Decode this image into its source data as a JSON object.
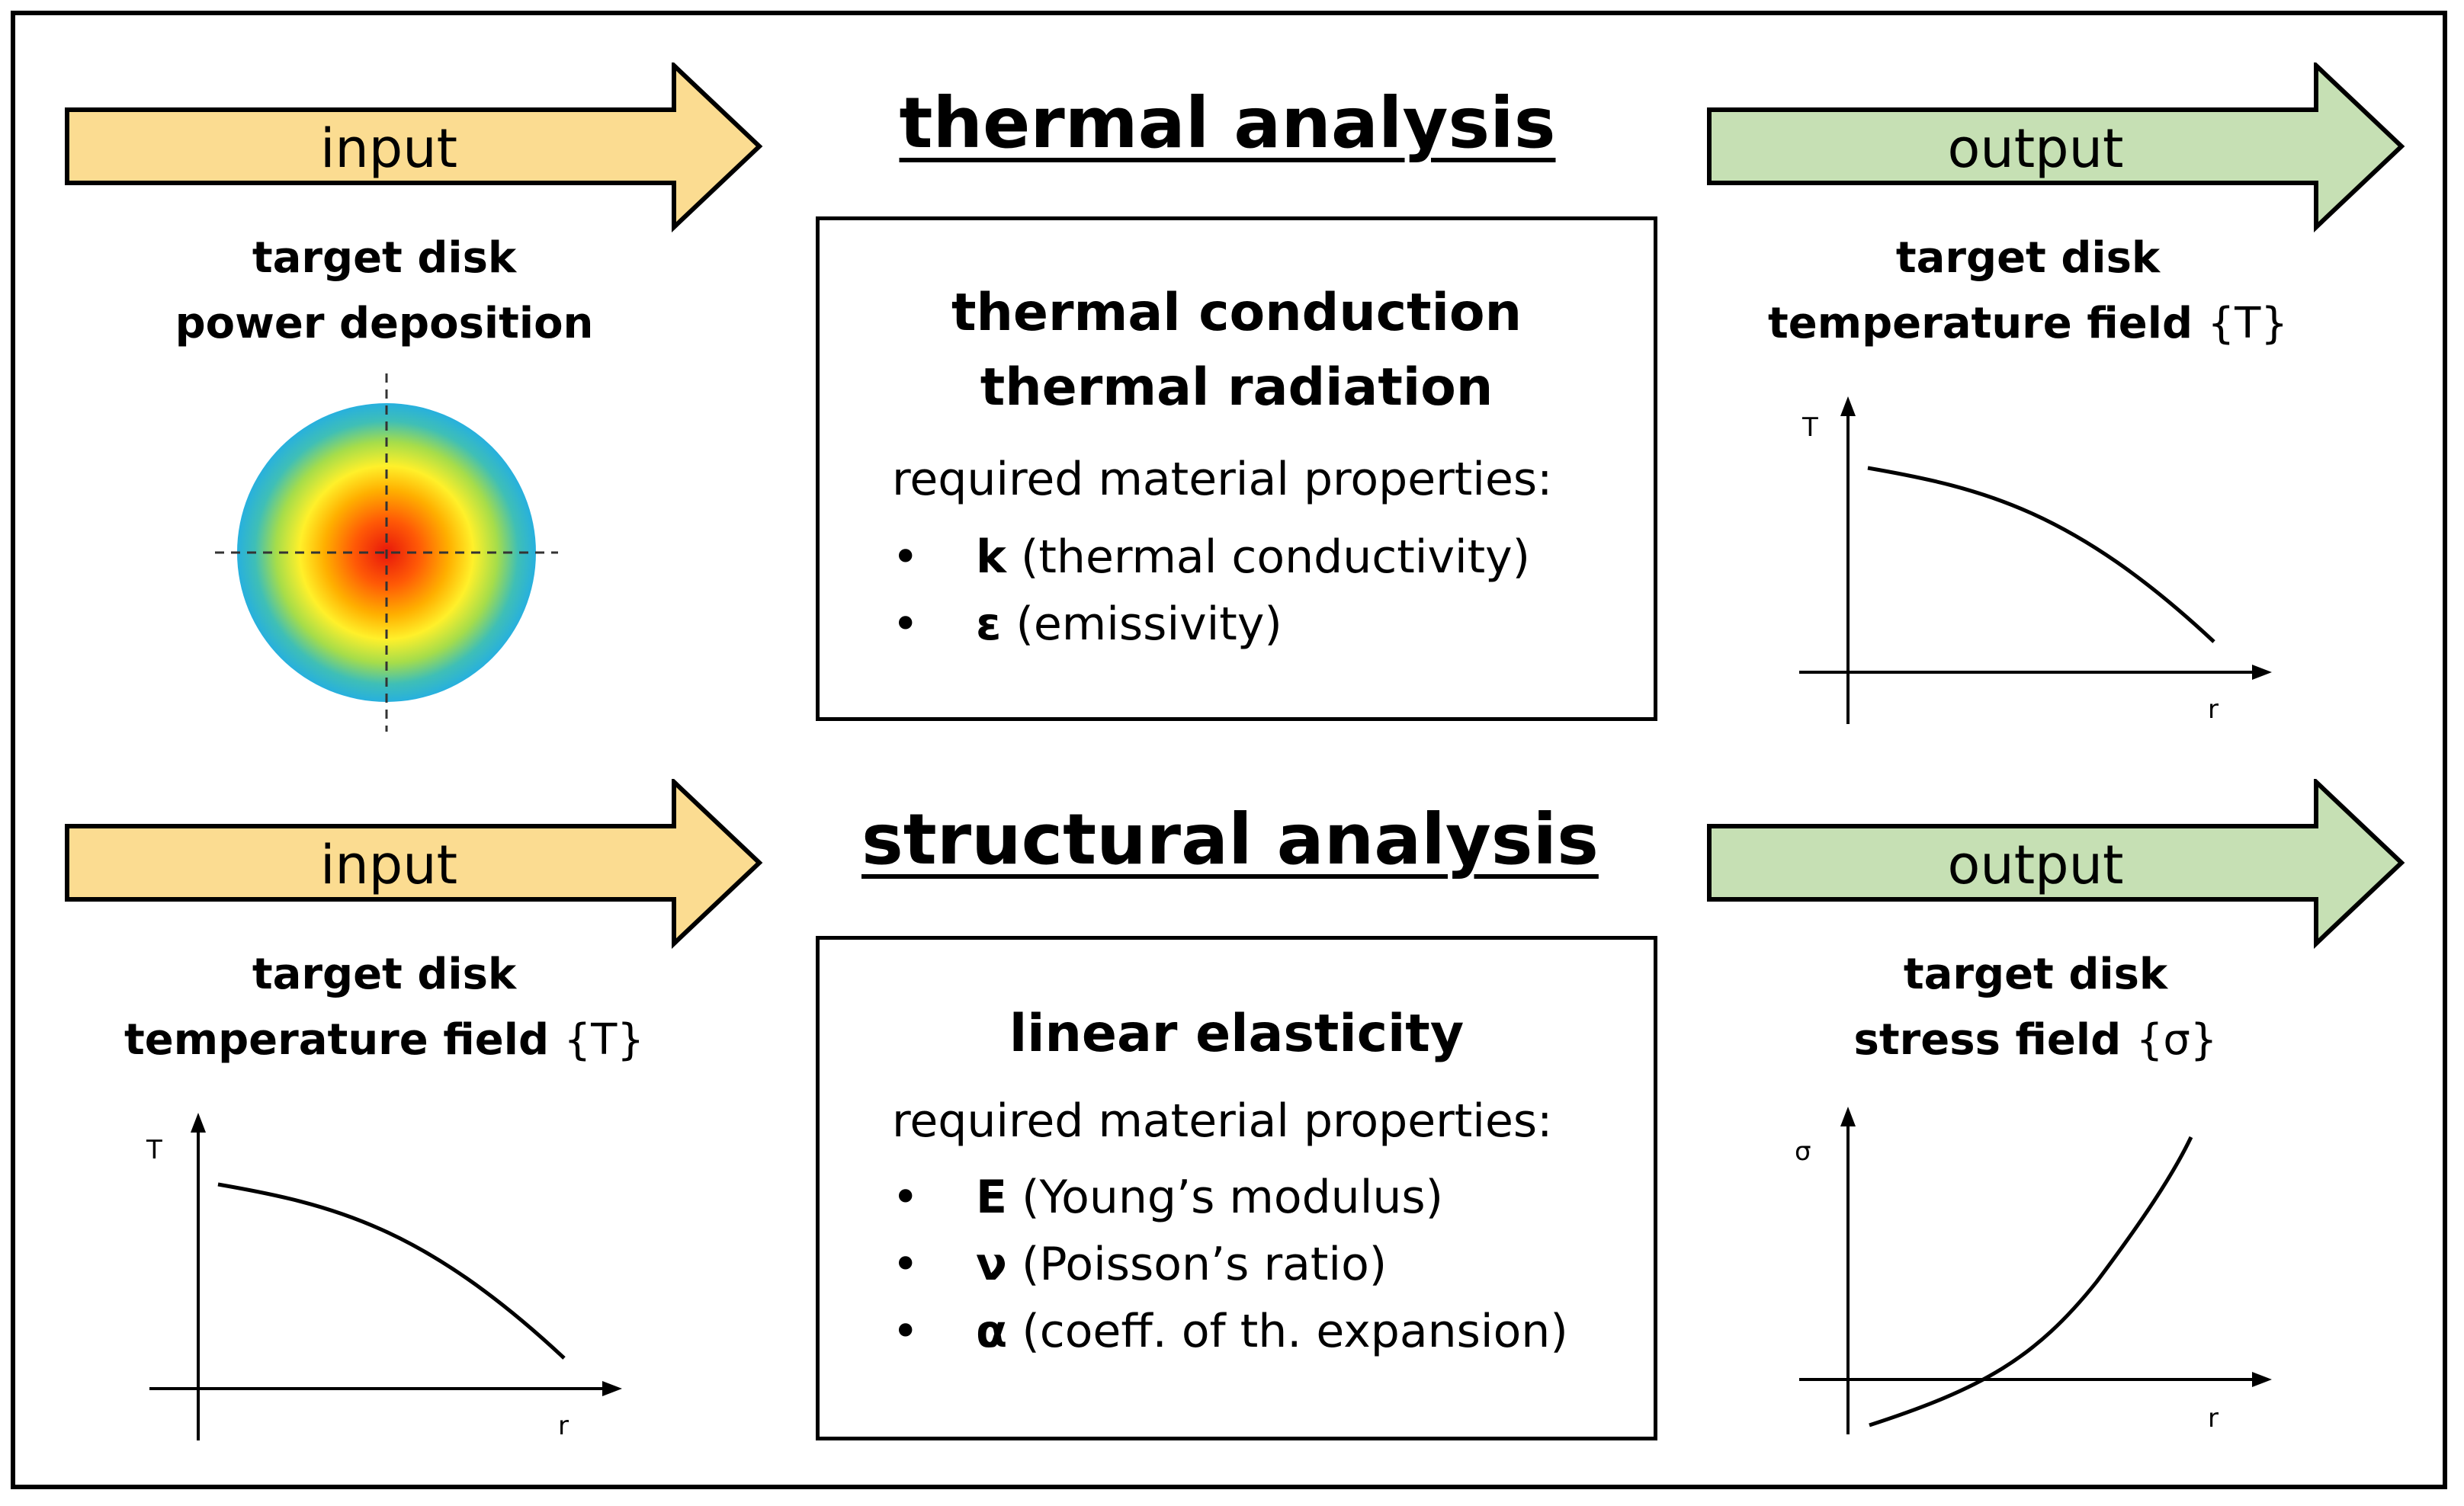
{
  "colors": {
    "input_arrow": "#fbdc91",
    "output_arrow": "#c6e0b4",
    "border": "#000000"
  },
  "thermal": {
    "title": "thermal analysis",
    "input": {
      "arrow_label": "input",
      "caption_line1": "target disk",
      "caption_line2": "power deposition",
      "figure_icon": "radial-power-density-disk"
    },
    "box": {
      "line1": "thermal conduction",
      "line2": "thermal radiation",
      "subtitle": "required material properties:",
      "properties": [
        {
          "bullet": "•",
          "symbol": "k",
          "description": "(thermal conductivity)"
        },
        {
          "bullet": "•",
          "symbol": "ε",
          "description": "(emissivity)"
        }
      ]
    },
    "output": {
      "arrow_label": "output",
      "caption_line1": "target disk",
      "caption_bold": "temperature field",
      "caption_plain": "{T}",
      "plot": {
        "y_label": "T",
        "x_label": "r",
        "trend": "decreasing"
      }
    }
  },
  "structural": {
    "title": "structural analysis",
    "input": {
      "arrow_label": "input",
      "caption_line1": "target disk",
      "caption_bold": "temperature field",
      "caption_plain": "{T}",
      "plot": {
        "y_label": "T",
        "x_label": "r",
        "trend": "decreasing"
      }
    },
    "box": {
      "line1": "linear elasticity",
      "subtitle": "required material properties:",
      "properties": [
        {
          "bullet": "•",
          "symbol": "E",
          "description": "(Young’s modulus)"
        },
        {
          "bullet": "•",
          "symbol": "ν",
          "description": "(Poisson’s ratio)"
        },
        {
          "bullet": "•",
          "symbol": "α",
          "description": "(coeff. of th. expansion)"
        }
      ]
    },
    "output": {
      "arrow_label": "output",
      "caption_line1": "target disk",
      "caption_bold": "stress field",
      "caption_plain": "{σ}",
      "plot": {
        "y_label": "σ",
        "x_label": "r",
        "trend": "increasing"
      }
    }
  }
}
